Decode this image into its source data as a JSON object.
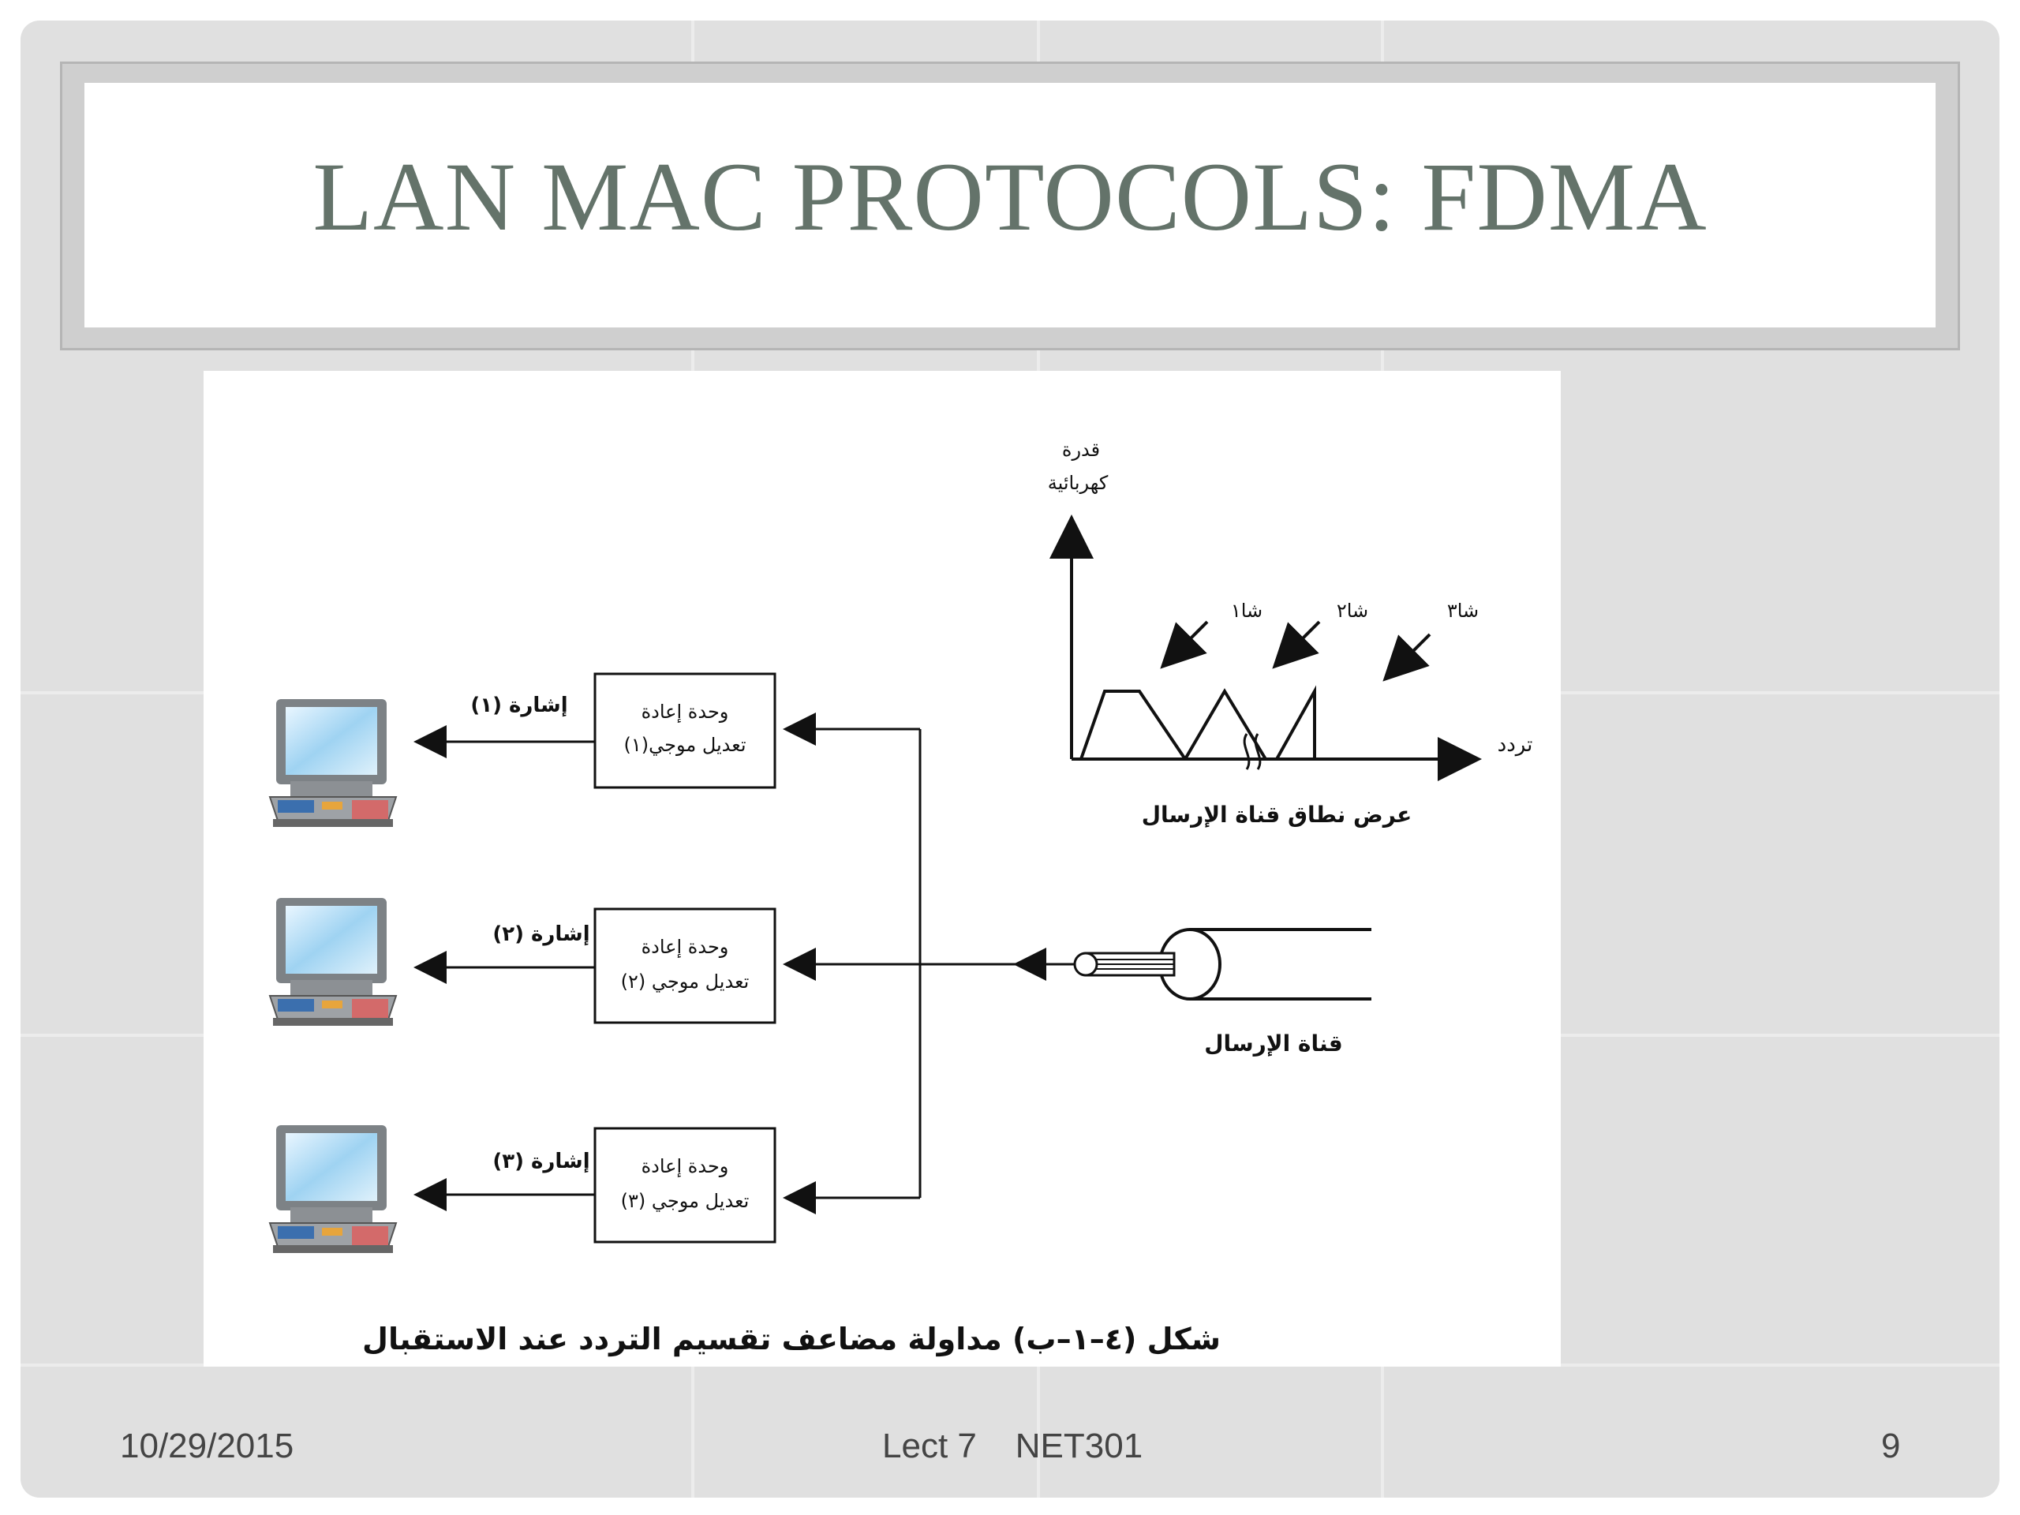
{
  "slide": {
    "title": "LAN MAC PROTOCOLS: FDMA"
  },
  "figure": {
    "caption": "شكل (٤–١–ب) مداولة مضاعف تقسيم التردد عند الاستقبال",
    "spectrum": {
      "y_axis_label_line1": "قدرة",
      "y_axis_label_line2": "كهربائية",
      "x_axis_label": "تردد",
      "channels": [
        "شا١",
        "شا٢",
        "شا٣"
      ],
      "bandwidth_label": "عرض نطاق قناة الإرسال"
    },
    "channel_label": "قناة الإرسال",
    "demodulators": [
      {
        "line1": "وحدة إعادة",
        "line2": "تعديل موجي(١)",
        "signal": "إشارة (١)"
      },
      {
        "line1": "وحدة إعادة",
        "line2": "تعديل موجي (٢)",
        "signal": "إشارة (٢)"
      },
      {
        "line1": "وحدة إعادة",
        "line2": "تعديل موجي (٣)",
        "signal": "إشارة (٣)"
      }
    ]
  },
  "footer": {
    "date": "10/29/2015",
    "center": "Lect 7    NET301",
    "page": "9"
  }
}
